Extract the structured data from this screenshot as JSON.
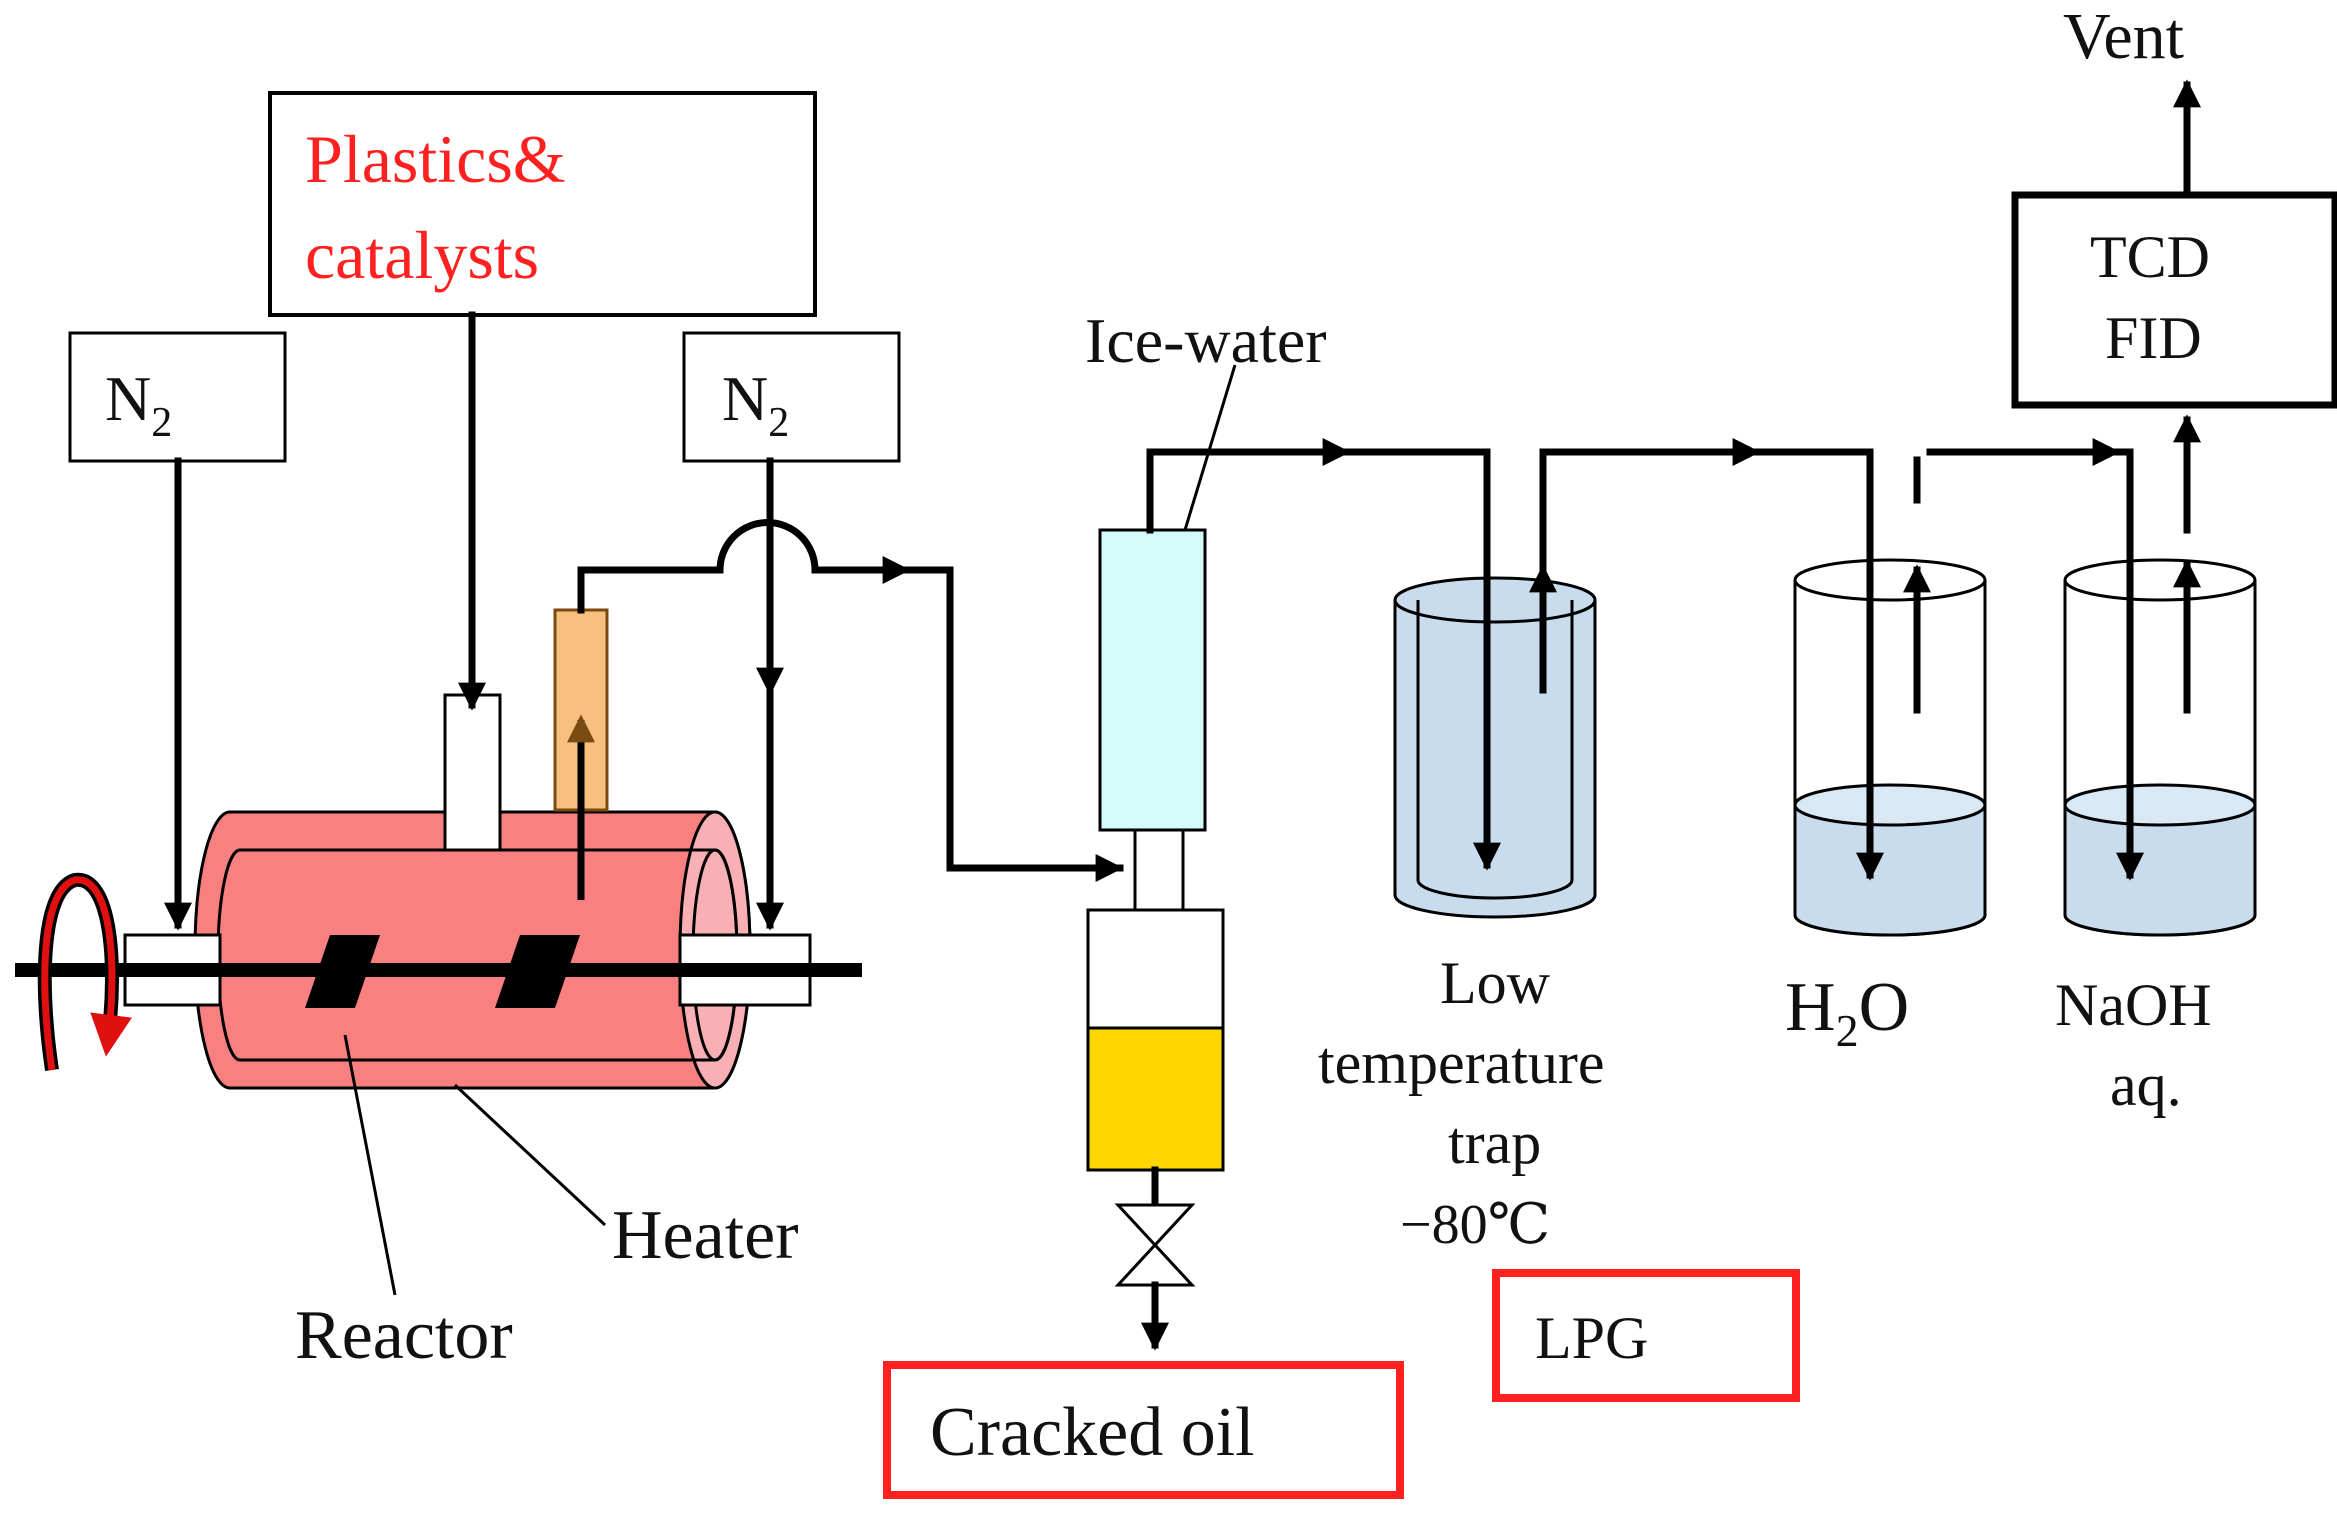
{
  "labels": {
    "feed": [
      "Plastics&",
      "catalysts"
    ],
    "n2_symbol": "N",
    "n2_subscript": "2",
    "ice_water": "Ice-water",
    "reactor": "Reactor",
    "heater": "Heater",
    "cracked_oil": "Cracked oil",
    "low_temp_trap": [
      "Low",
      "temperature",
      "trap",
      "−80℃"
    ],
    "lpg": "LPG",
    "h2o_h": "H",
    "h2o_sub": "2",
    "h2o_o": "O",
    "naoh": [
      "NaOH",
      "aq."
    ],
    "detector": [
      "TCD",
      "FID"
    ],
    "vent": "Vent"
  },
  "colors": {
    "heater_body": "#f98080",
    "heater_end": "#f9b0b4",
    "preheat_tube": "#f7c080",
    "condenser": "#d4fafa",
    "oil": "#ffd700",
    "bath_liquid": "#c8dcee",
    "highlight_red": "#ff2020",
    "rotation_arrow": "#e01010"
  },
  "icons": {
    "rotation": "curved-rotation-arrow",
    "valve": "valve-icon",
    "flow_arrow": "arrow-head"
  }
}
